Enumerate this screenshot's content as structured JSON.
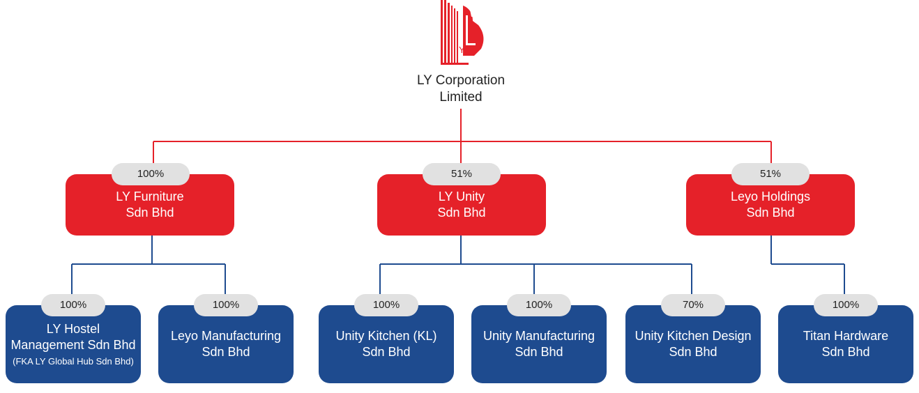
{
  "colors": {
    "red": "#e52129",
    "blue": "#1e4b8f",
    "pill": "#e1e1e1"
  },
  "logo": {
    "name": "ly-logo",
    "lettering": "LY"
  },
  "root": {
    "line1": "LY Corporation",
    "line2": "Limited"
  },
  "level1": [
    {
      "pct": "100%",
      "line1": "LY Furniture",
      "line2": "Sdn Bhd"
    },
    {
      "pct": "51%",
      "line1": "LY Unity",
      "line2": "Sdn Bhd"
    },
    {
      "pct": "51%",
      "line1": "Leyo Holdings",
      "line2": "Sdn Bhd"
    }
  ],
  "level2": [
    {
      "pct": "100%",
      "line1": "LY Hostel",
      "line2": "Management Sdn Bhd",
      "note": "(FKA LY Global Hub Sdn Bhd)"
    },
    {
      "pct": "100%",
      "line1": "Leyo Manufacturing",
      "line2": "Sdn Bhd"
    },
    {
      "pct": "100%",
      "line1": "Unity Kitchen (KL)",
      "line2": "Sdn Bhd"
    },
    {
      "pct": "100%",
      "line1": "Unity Manufacturing",
      "line2": "Sdn Bhd"
    },
    {
      "pct": "70%",
      "line1": "Unity Kitchen Design",
      "line2": "Sdn Bhd"
    },
    {
      "pct": "100%",
      "line1": "Titan Hardware",
      "line2": "Sdn Bhd"
    }
  ]
}
